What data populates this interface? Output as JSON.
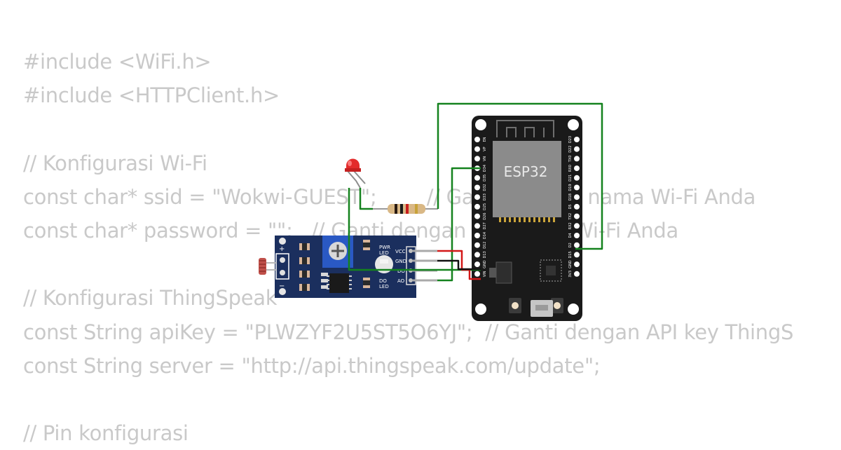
{
  "code": {
    "lines": [
      "#include <WiFi.h>",
      "#include <HTTPClient.h>",
      "",
      "// Konfigurasi Wi-Fi",
      "const char* ssid = \"Wokwi-GUEST\";        // Ganti dengan nama Wi-Fi Anda",
      "const char* password = \"\";   // Ganti dengan password Wi-Fi Anda",
      "",
      "// Konfigurasi ThingSpeak",
      "const String apiKey = \"PLWZYF2U5ST5O6YJ\";  // Ganti dengan API key ThingS",
      "const String server = \"http://api.thingspeak.com/update\";",
      "",
      "// Pin konfigurasi"
    ]
  },
  "esp32": {
    "chip_label": "ESP32",
    "left_pins": [
      "EN",
      "VP",
      "VN",
      "D34",
      "D35",
      "D32",
      "D33",
      "D25",
      "D26",
      "D27",
      "D14",
      "D12",
      "D13",
      "GND",
      "VIN"
    ],
    "right_pins": [
      "D23",
      "D22",
      "TX0",
      "RX0",
      "D21",
      "D19",
      "D18",
      "D5",
      "TX2",
      "RX2",
      "D4",
      "D2",
      "D15",
      "GND",
      "3V3"
    ]
  },
  "ldr_module": {
    "pin_labels": [
      "VCC",
      "GND",
      "DO",
      "AO"
    ],
    "pwr_led_label": [
      "PWR",
      "LED"
    ],
    "do_led_label": [
      "DO",
      "LED"
    ],
    "plus_label": "+",
    "minus_label": "−"
  },
  "colors": {
    "code_text": "#c9c9c9",
    "board": "#1a1a1a",
    "module_board": "#1b2f5e",
    "wire_green": "#14821e",
    "wire_red": "#d31818",
    "wire_black": "#111111",
    "led_red": "#e32b2b"
  }
}
